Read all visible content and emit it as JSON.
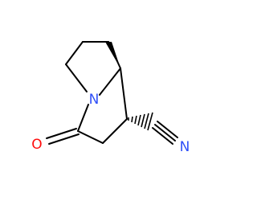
{
  "molecule": {
    "atoms": {
      "nitrogen_ring": "N",
      "oxygen_carbonyl": "O",
      "nitrogen_nitrile": "N"
    },
    "colors": {
      "bond": "#000000",
      "nitrogen": "#3050f8",
      "oxygen": "#ff0d0d"
    }
  }
}
